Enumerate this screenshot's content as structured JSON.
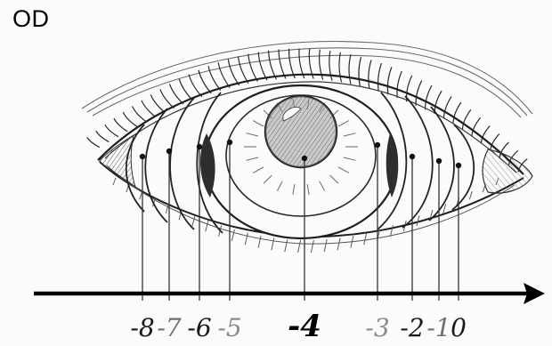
{
  "eye_label": "OD",
  "scale": {
    "ticks": [
      {
        "label": "-8",
        "value": -8,
        "tone": "#1a1a1a",
        "emphasis": false
      },
      {
        "label": "-7",
        "value": -7,
        "tone": "#6f6f6f",
        "emphasis": false
      },
      {
        "label": "-6",
        "value": -6,
        "tone": "#1a1a1a",
        "emphasis": false
      },
      {
        "label": "-5",
        "value": -5,
        "tone": "#8a8a8a",
        "emphasis": false
      },
      {
        "label": "-4",
        "value": -4,
        "tone": "#000000",
        "emphasis": true
      },
      {
        "label": "-3",
        "value": -3,
        "tone": "#8a8a8a",
        "emphasis": false
      },
      {
        "label": "-2",
        "value": -2,
        "tone": "#1a1a1a",
        "emphasis": false
      },
      {
        "label": "-1",
        "value": -1,
        "tone": "#6f6f6f",
        "emphasis": false
      },
      {
        "label": "0",
        "value": 0,
        "tone": "#1a1a1a",
        "emphasis": false
      }
    ]
  },
  "colors": {
    "ink": "#1e1e1e",
    "pencil": "#4a4a4a",
    "paper": "#fbfbfa",
    "iris_fill": "#c9c9c9"
  }
}
